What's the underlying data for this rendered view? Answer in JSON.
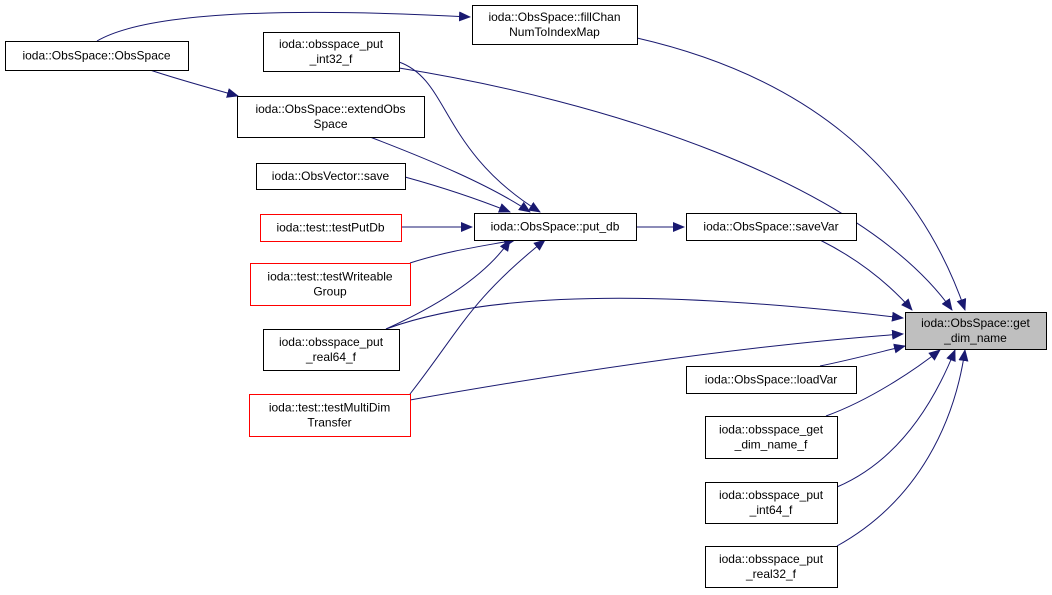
{
  "diagram": {
    "edge_color": "#191970",
    "node_border_default": "#000000",
    "node_border_incomplete": "#ff0000",
    "focus_fill": "#bfbfbf",
    "nodes": {
      "obsspace_ctor": {
        "lines": [
          "ioda::ObsSpace::ObsSpace"
        ],
        "style": "normal"
      },
      "fill_chan": {
        "lines": [
          "ioda::ObsSpace::fillChan",
          "NumToIndexMap"
        ],
        "style": "normal"
      },
      "put_int32": {
        "lines": [
          "ioda::obsspace_put",
          "_int32_f"
        ],
        "style": "normal"
      },
      "extend_obs": {
        "lines": [
          "ioda::ObsSpace::extendObs",
          "Space"
        ],
        "style": "normal"
      },
      "obsvector_save": {
        "lines": [
          "ioda::ObsVector::save"
        ],
        "style": "normal"
      },
      "test_put_db": {
        "lines": [
          "ioda::test::testPutDb"
        ],
        "style": "red"
      },
      "put_db": {
        "lines": [
          "ioda::ObsSpace::put_db"
        ],
        "style": "normal"
      },
      "save_var": {
        "lines": [
          "ioda::ObsSpace::saveVar"
        ],
        "style": "normal"
      },
      "test_writeable": {
        "lines": [
          "ioda::test::testWriteable",
          "Group"
        ],
        "style": "red"
      },
      "put_real64": {
        "lines": [
          "ioda::obsspace_put",
          "_real64_f"
        ],
        "style": "normal"
      },
      "test_multidim": {
        "lines": [
          "ioda::test::testMultiDim",
          "Transfer"
        ],
        "style": "red"
      },
      "get_dim_name": {
        "lines": [
          "ioda::ObsSpace::get",
          "_dim_name"
        ],
        "style": "focus"
      },
      "load_var": {
        "lines": [
          "ioda::ObsSpace::loadVar"
        ],
        "style": "normal"
      },
      "get_dim_name_f": {
        "lines": [
          "ioda::obsspace_get",
          "_dim_name_f"
        ],
        "style": "normal"
      },
      "put_int64": {
        "lines": [
          "ioda::obsspace_put",
          "_int64_f"
        ],
        "style": "normal"
      },
      "put_real32": {
        "lines": [
          "ioda::obsspace_put",
          "_real32_f"
        ],
        "style": "normal"
      }
    },
    "edges": [
      {
        "from": "obsspace_ctor",
        "to": "fill_chan"
      },
      {
        "from": "obsspace_ctor",
        "to": "extend_obs"
      },
      {
        "from": "fill_chan",
        "to": "get_dim_name"
      },
      {
        "from": "put_int32",
        "to": "get_dim_name"
      },
      {
        "from": "put_int32",
        "to": "put_db"
      },
      {
        "from": "extend_obs",
        "to": "put_db"
      },
      {
        "from": "obsvector_save",
        "to": "put_db"
      },
      {
        "from": "test_put_db",
        "to": "put_db"
      },
      {
        "from": "test_writeable",
        "to": "put_db"
      },
      {
        "from": "put_real64",
        "to": "put_db"
      },
      {
        "from": "test_multidim",
        "to": "put_db"
      },
      {
        "from": "put_db",
        "to": "save_var"
      },
      {
        "from": "save_var",
        "to": "get_dim_name"
      },
      {
        "from": "put_real64",
        "to": "get_dim_name"
      },
      {
        "from": "test_multidim",
        "to": "get_dim_name"
      },
      {
        "from": "load_var",
        "to": "get_dim_name"
      },
      {
        "from": "get_dim_name_f",
        "to": "get_dim_name"
      },
      {
        "from": "put_int64",
        "to": "get_dim_name"
      },
      {
        "from": "put_real32",
        "to": "get_dim_name"
      }
    ]
  }
}
